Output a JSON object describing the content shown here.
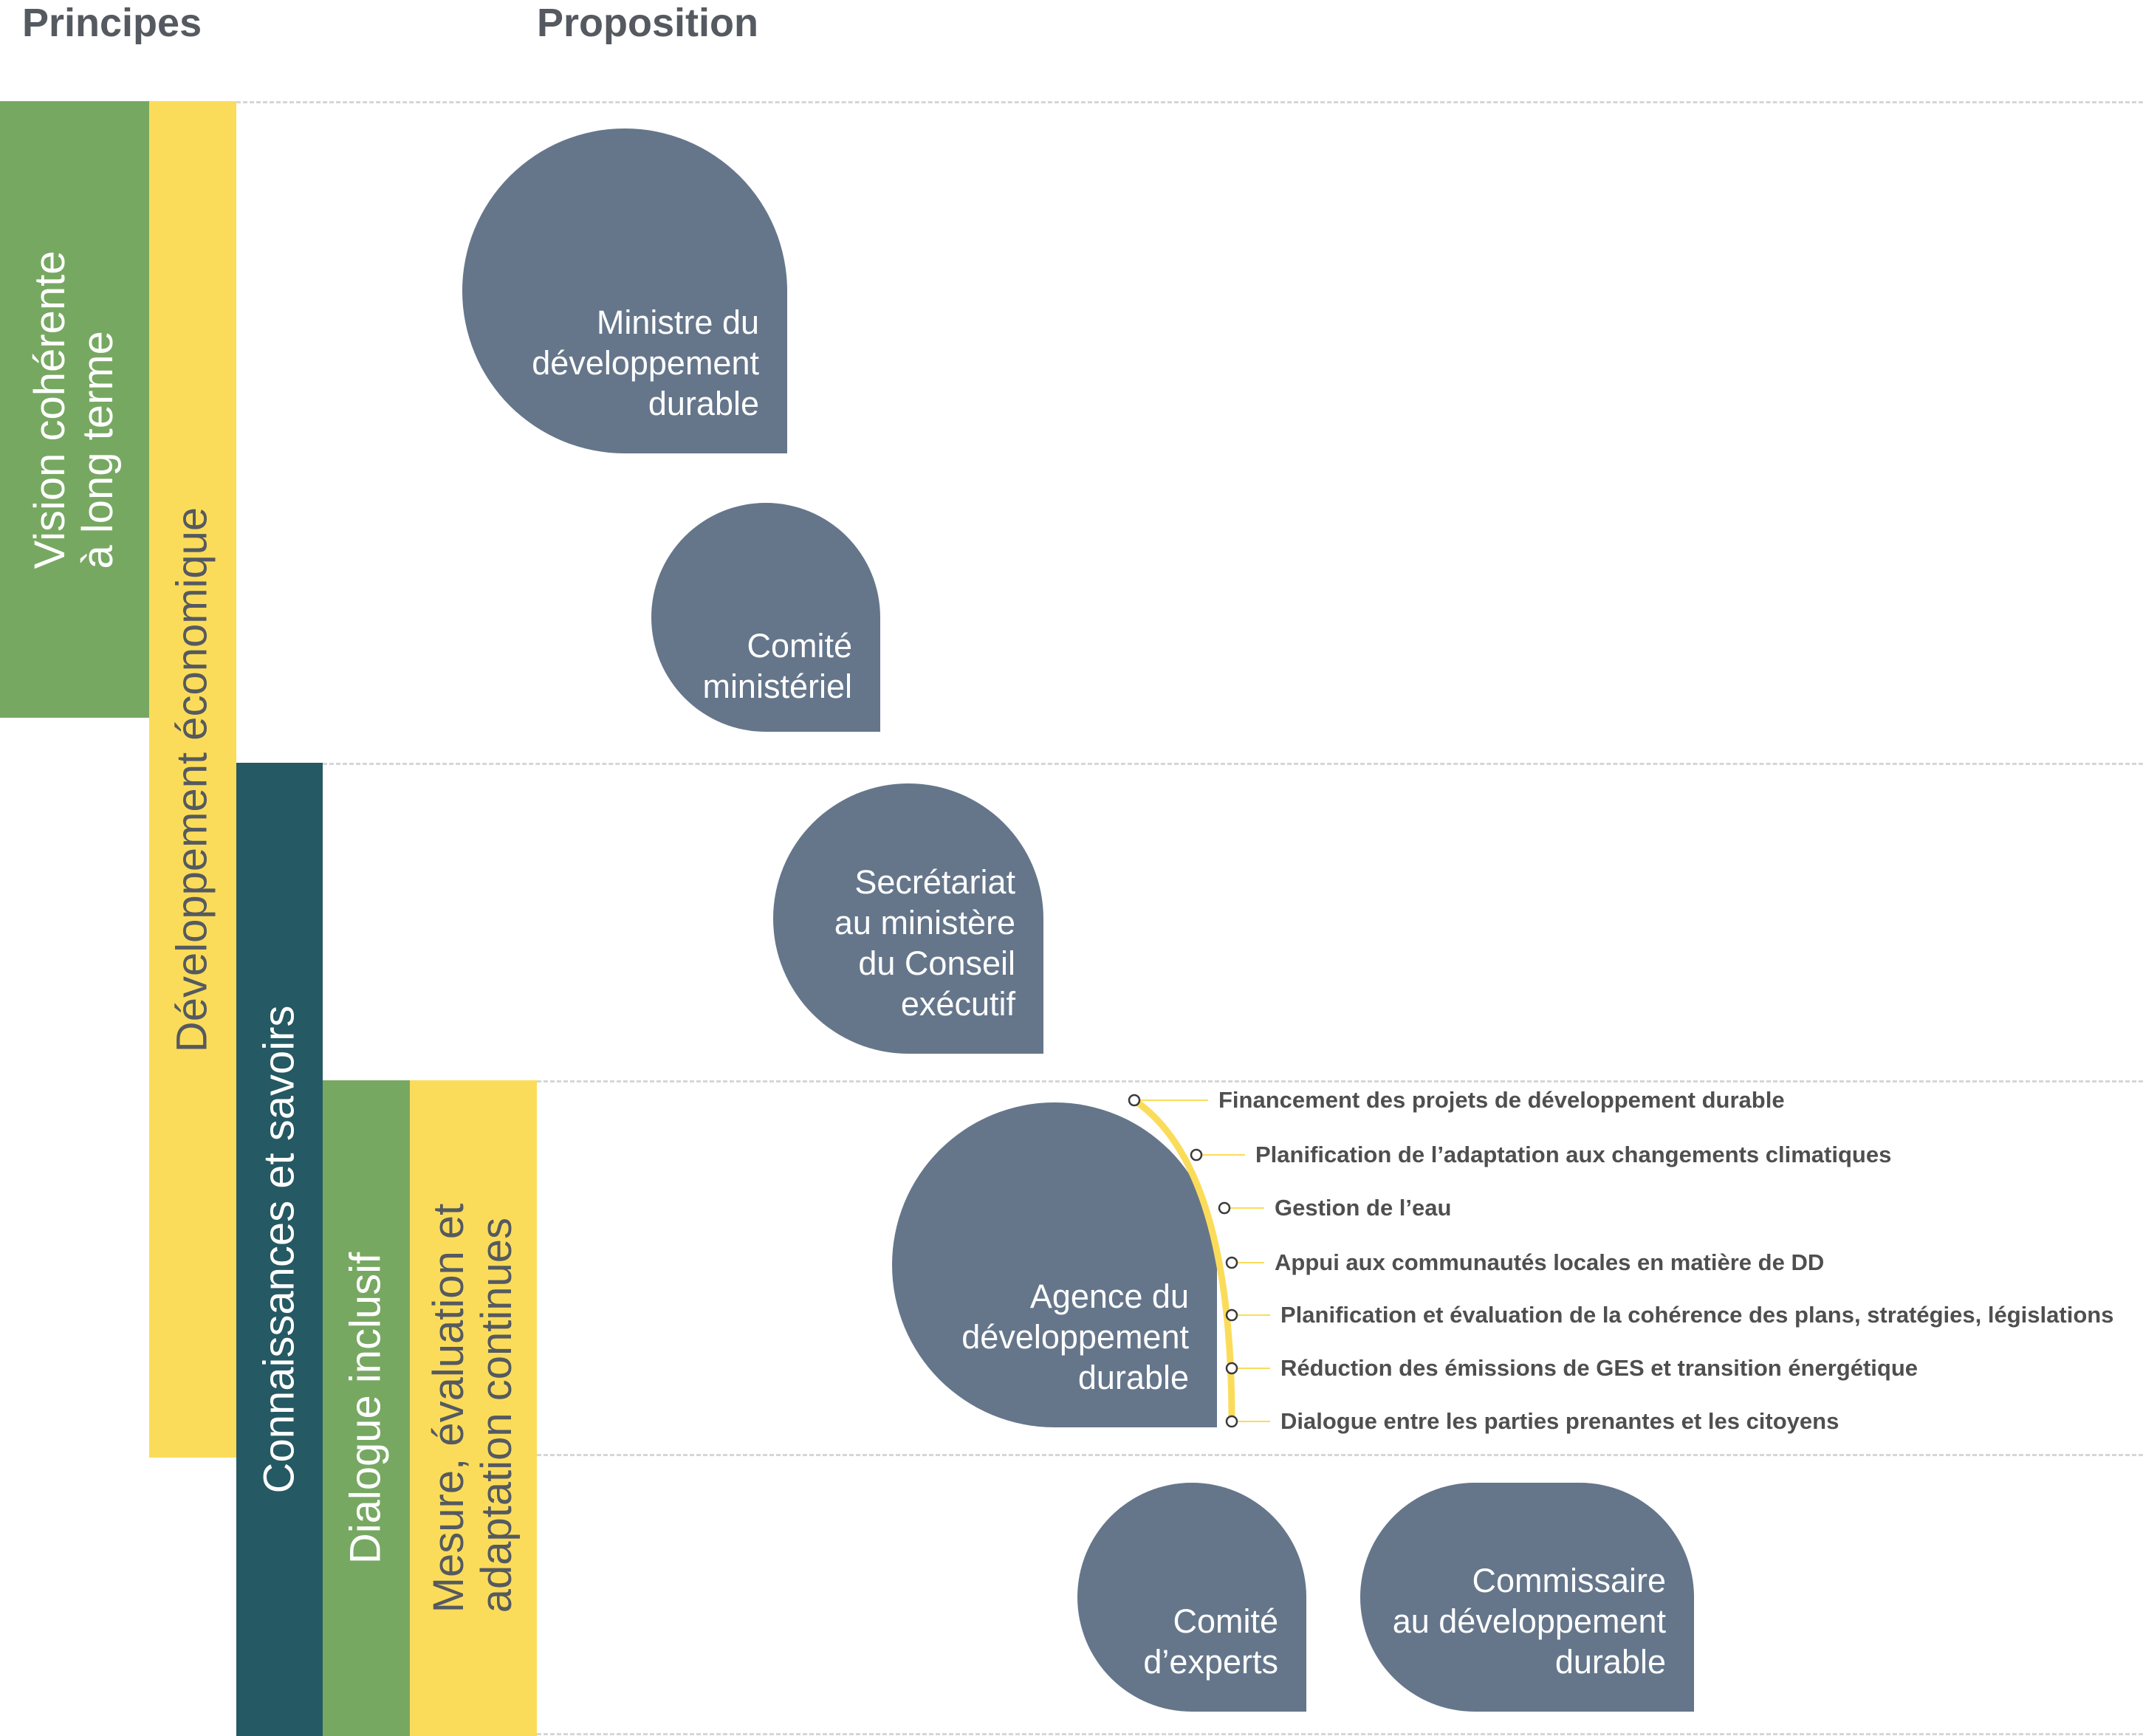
{
  "headers": {
    "principes": "Principes",
    "proposition": "Proposition"
  },
  "principles": {
    "vision": {
      "lines": [
        "Vision cohérente",
        "à long terme"
      ],
      "color": "#77a862"
    },
    "developpement": {
      "label": "Développement économique",
      "color": "#fbdc5a"
    },
    "connaissances": {
      "label": "Connaissances et savoirs",
      "color": "#255963"
    },
    "dialogue": {
      "label": "Dialogue inclusif",
      "color": "#77a862"
    },
    "mesure": {
      "lines": [
        "Mesure, évaluation et",
        "adaptation continues"
      ],
      "color": "#fbdc5a"
    }
  },
  "entities": {
    "ministre": {
      "lines": [
        "Ministre du",
        "développement",
        "durable"
      ]
    },
    "comite_ministeriel": {
      "lines": [
        "Comité",
        "ministériel"
      ]
    },
    "secretariat": {
      "lines": [
        "Secrétariat",
        "au ministère",
        "du Conseil",
        "exécutif"
      ]
    },
    "agence": {
      "lines": [
        "Agence du",
        "développement",
        "durable"
      ]
    },
    "comite_experts": {
      "lines": [
        "Comité",
        "d’experts"
      ]
    },
    "commissaire": {
      "lines": [
        "Commissaire",
        "au développement",
        "durable"
      ]
    }
  },
  "agence_functions": [
    "Financement des projets de développement durable",
    "Planification de l’adaptation aux changements climatiques",
    "Gestion de l’eau",
    "Appui aux communautés locales en matière de DD",
    "Planification et évaluation de la cohérence des plans, stratégies, législations",
    "Réduction des émissions de GES et transition énergétique",
    "Dialogue entre les parties prenantes et les citoyens"
  ],
  "colors": {
    "entity": "#65768b",
    "arc": "#fbdc5a",
    "divider": "#d4d6d9"
  }
}
